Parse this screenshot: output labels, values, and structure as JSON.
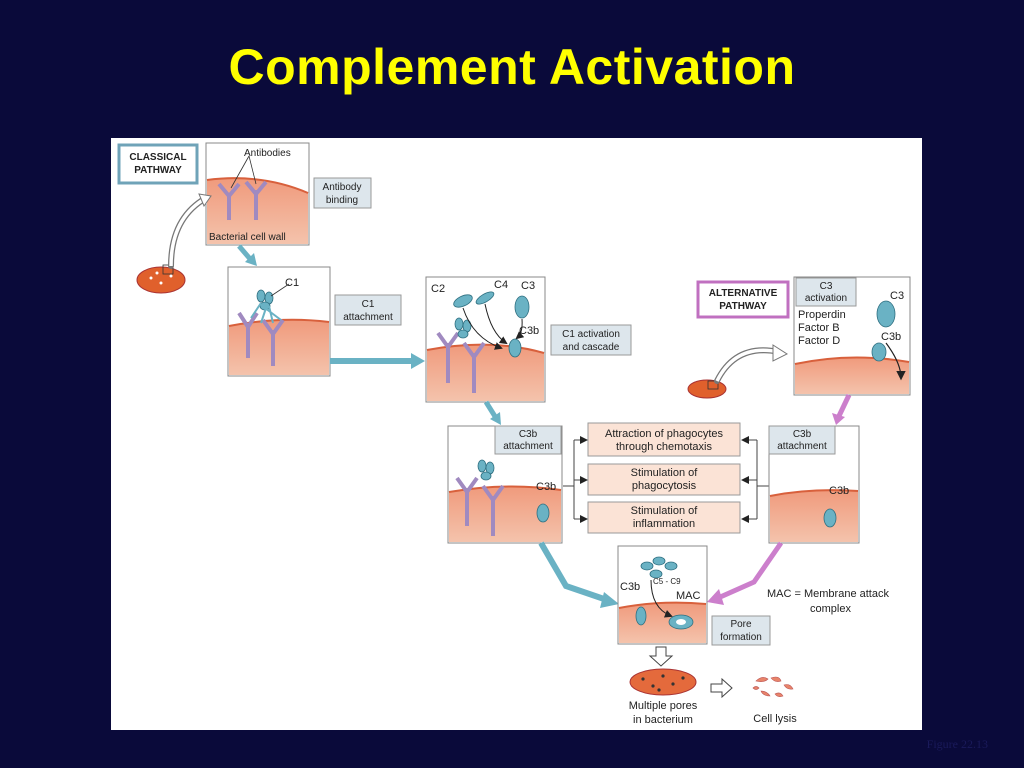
{
  "slide": {
    "title": "Complement Activation",
    "figure_ref": "Figure 22.13"
  },
  "colors": {
    "background": "#0a0a3a",
    "title": "#ffff00",
    "cell_wall": "#e8846a",
    "classical_frame": "#6fa3b8",
    "alternative_frame": "#c070c0",
    "arrow_teal": "#6ab2c4",
    "arrow_pink": "#cc7fcc",
    "outcome_fill": "#fbe3d6"
  },
  "labels": {
    "classical_pathway_1": "CLASSICAL",
    "classical_pathway_2": "PATHWAY",
    "alternative_pathway_1": "ALTERNATIVE",
    "alternative_pathway_2": "PATHWAY",
    "antibodies": "Antibodies",
    "bacterial_cell_wall": "Bacterial cell wall",
    "antibody_binding_1": "Antibody",
    "antibody_binding_2": "binding",
    "c1": "C1",
    "c1_attachment_1": "C1",
    "c1_attachment_2": "attachment",
    "c2": "C2",
    "c4": "C4",
    "c3": "C3",
    "c3b": "C3b",
    "c1_activation_1": "C1 activation",
    "c1_activation_2": "and cascade",
    "c3_activation_1": "C3",
    "c3_activation_2": "activation",
    "properdin": "Properdin",
    "factor_b": "Factor B",
    "factor_d": "Factor D",
    "c3b_attachment_1": "C3b",
    "c3b_attachment_2": "attachment",
    "outcome_1a": "Attraction of phagocytes",
    "outcome_1b": "through chemotaxis",
    "outcome_2a": "Stimulation of",
    "outcome_2b": "phagocytosis",
    "outcome_3a": "Stimulation of",
    "outcome_3b": "inflammation",
    "c5_c9": "C5 - C9",
    "mac": "MAC",
    "mac_def_1": "MAC = Membrane attack",
    "mac_def_2": "complex",
    "pore_formation_1": "Pore",
    "pore_formation_2": "formation",
    "multiple_pores_1": "Multiple pores",
    "multiple_pores_2": "in bacterium",
    "cell_lysis": "Cell lysis"
  }
}
